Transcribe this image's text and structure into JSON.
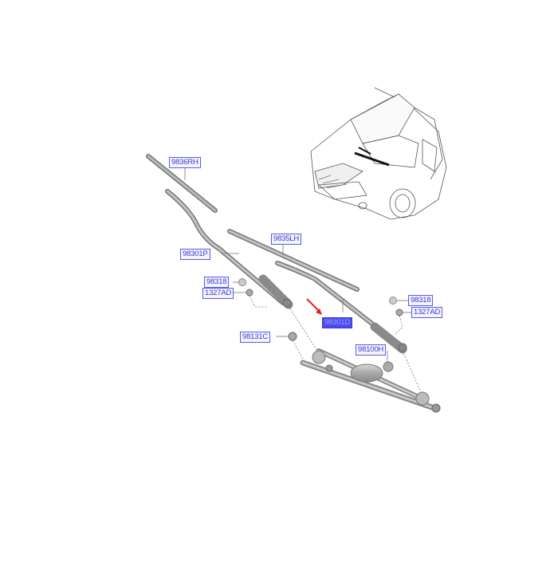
{
  "diagram": {
    "title": "Windshield wiper assembly exploded view",
    "highlight_color": "#4a4cf0",
    "label_color": "#3a3ad0",
    "arrow_color": "#e02020",
    "parts": [
      {
        "id": "blade_rh",
        "label": "9836RH",
        "description": "Wiper blade, passenger side",
        "highlighted": false
      },
      {
        "id": "blade_lh",
        "label": "9835LH",
        "description": "Wiper blade, driver side",
        "highlighted": false
      },
      {
        "id": "arm_p",
        "label": "98301P",
        "description": "Wiper arm, passenger side",
        "highlighted": false
      },
      {
        "id": "arm_d",
        "label": "98301D",
        "description": "Wiper arm, driver side",
        "highlighted": true
      },
      {
        "id": "cap_left",
        "label": "98318",
        "description": "Arm nut cap (left)",
        "highlighted": false
      },
      {
        "id": "nut_left",
        "label": "1327AD",
        "description": "Nut (left)",
        "highlighted": false
      },
      {
        "id": "cap_right",
        "label": "98318",
        "description": "Arm nut cap (right)",
        "highlighted": false
      },
      {
        "id": "nut_right",
        "label": "1327AD",
        "description": "Nut (right)",
        "highlighted": false
      },
      {
        "id": "cover",
        "label": "98131C",
        "description": "Pivot cap",
        "highlighted": false
      },
      {
        "id": "linkage",
        "label": "98100H",
        "description": "Wiper motor & linkage assembly",
        "highlighted": false
      }
    ],
    "inset": {
      "description": "Vehicle front isometric view showing wiper location"
    }
  }
}
